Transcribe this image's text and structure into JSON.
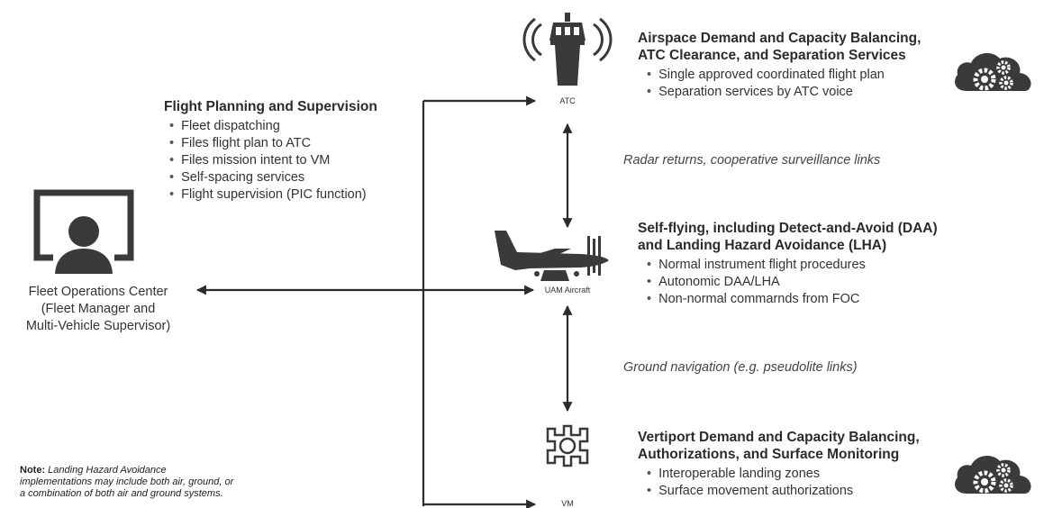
{
  "atc": {
    "label": "ATC",
    "heading_line1": "Airspace Demand and Capacity Balancing,",
    "heading_line2": "ATC Clearance, and Separation Services",
    "bullets": [
      "Single approved coordinated flight plan",
      "Separation services by ATC voice"
    ]
  },
  "flight_planning": {
    "heading": "Flight Planning and Supervision",
    "bullets": [
      "Fleet dispatching",
      "Files flight plan to ATC",
      "Files mission intent to VM",
      "Self-spacing services",
      "Flight supervision (PIC function)"
    ]
  },
  "link_top": "Radar returns, cooperative surveillance links",
  "aircraft": {
    "label": "UAM Aircraft",
    "heading_line1": "Self-flying, including Detect-and-Avoid (DAA)",
    "heading_line2": "and Landing Hazard Avoidance (LHA)",
    "bullets": [
      "Normal instrument flight procedures",
      "Autonomic DAA/LHA",
      "Non-normal commarnds from FOC"
    ]
  },
  "foc": {
    "line1": "Fleet Operations Center",
    "line2": "(Fleet Manager and",
    "line3": "Multi-Vehicle Supervisor)"
  },
  "link_bottom": "Ground navigation (e.g. pseudolite links)",
  "vm": {
    "label": "VM",
    "heading_line1": "Vertiport Demand and Capacity Balancing,",
    "heading_line2": "Authorizations, and Surface Monitoring",
    "bullets": [
      "Interoperable landing zones",
      "Surface movement authorizations"
    ]
  },
  "note": {
    "bold": "Note:",
    "line1": "Landing Hazard Avoidance",
    "line2": "implementations may include both air, ground, or",
    "line3": "a combination of both air and ground systems."
  },
  "colors": {
    "ink": "#2b2b2b",
    "icon": "#3a3a3a",
    "background": "#ffffff"
  },
  "icons": [
    "atc-tower-icon",
    "aircraft-icon",
    "vertiport-icon",
    "person-monitor-icon",
    "cloud-gears-icon"
  ]
}
